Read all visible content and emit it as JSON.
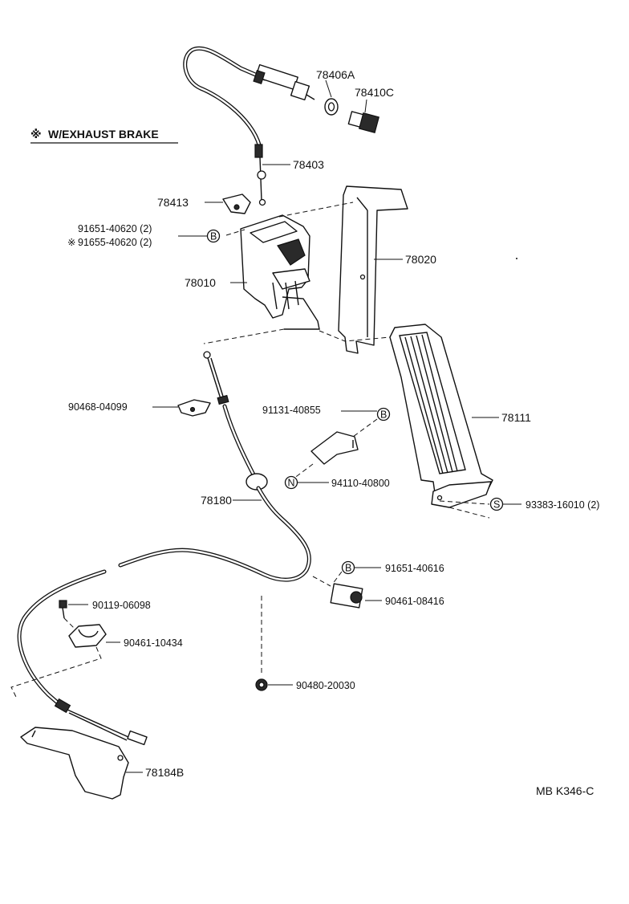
{
  "note": {
    "symbol": "※",
    "text": "W/EXHAUST BRAKE"
  },
  "parts": {
    "p78406A": "78406A",
    "p78410C": "78410C",
    "p78403": "78403",
    "p78413": "78413",
    "p91651_40620": "91651-40620 (2)",
    "p91655_40620": "91655-40620 (2)",
    "p91655_mark": "※",
    "p78020": "78020",
    "p78010": "78010",
    "p90468_04099": "90468-04099",
    "p91131_40855": "91131-40855",
    "p78111": "78111",
    "p94110_40800": "94110-40800",
    "p78180": "78180",
    "p93383_16010": "93383-16010 (2)",
    "p91651_40616": "91651-40616",
    "p90461_08416": "90461-08416",
    "p90119_06098": "90119-06098",
    "p90461_10434": "90461-10434",
    "p90480_20030": "90480-20030",
    "p78184B": "78184B"
  },
  "callouts": {
    "b1": "B",
    "b2": "B",
    "b3": "B",
    "n1": "N",
    "s1": "S"
  },
  "ref_code": "MB K346-C"
}
